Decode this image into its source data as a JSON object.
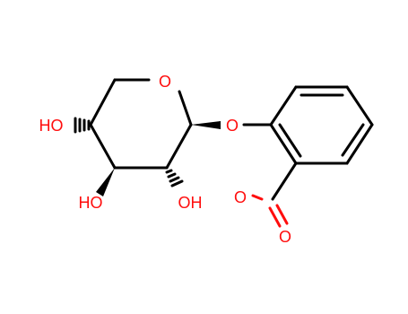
{
  "labels": {
    "ring_oxygen": "O",
    "ether_oxygen": "O",
    "nitro_oxygen": "O",
    "hydroxyl_4": "HO",
    "hydroxyl_3": "HO",
    "hydroxyl_2": "OH"
  },
  "colors": {
    "bond": "#000000",
    "oxygen": "#ff0d0d",
    "background": "#ffffff"
  }
}
